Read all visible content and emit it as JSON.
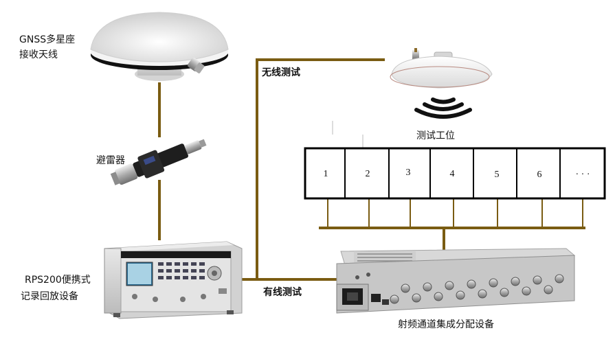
{
  "labels": {
    "gnss_antenna_line1": "GNSS多星座",
    "gnss_antenna_line2": "接收天线",
    "lightning_arrester": "避雷器",
    "rps200_line1": "RPS200便携式",
    "rps200_line2": "记录回放设备",
    "wireless_test": "无线测试",
    "wired_test": "有线测试",
    "test_station": "测试工位",
    "rf_distribution": "射频通道集成分配设备"
  },
  "stations": [
    "1",
    "2",
    "3",
    "4",
    "5",
    "6",
    "· · ·"
  ],
  "colors": {
    "line": "#7a5c12",
    "box_border": "#000000"
  },
  "icons": {
    "antenna": "gnss-antenna-icon",
    "arrester": "lightning-arrester-icon",
    "recorder": "rps200-device-icon",
    "distributor": "rf-distribution-device-icon",
    "transmit": "wireless-signal-icon"
  }
}
